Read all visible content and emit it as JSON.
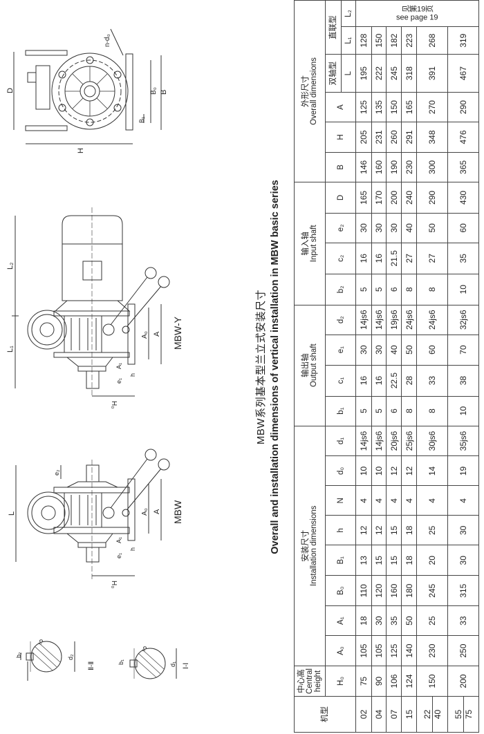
{
  "title_cn": "MBW系列基本型兰立式安装尺寸",
  "title_en": "Overall and installation dimensions of vertical installation in MBW basic series",
  "drawing_labels": {
    "top_view": {
      "D": "D",
      "H": "H",
      "B": "B",
      "B0": "B₀",
      "B1": "B₁",
      "nd0": "n-d₀"
    },
    "mbw_y": {
      "name": "MBW-Y",
      "L1": "L₁",
      "L2": "L₂",
      "A": "A",
      "A0": "A₀",
      "A1": "A₁",
      "e1": "e₁",
      "h": "h",
      "H0": "H₀"
    },
    "mbw": {
      "name": "MBW",
      "L": "L",
      "e2": "e₂",
      "A": "A",
      "A0": "A₀",
      "A1": "A₁",
      "e1": "e₁",
      "h": "h",
      "H0": "H₀"
    },
    "section_2": {
      "name": "Ⅱ-Ⅱ",
      "b2": "b₂",
      "c2": "c₂",
      "d2": "d₂"
    },
    "section_1": {
      "name": "Ⅰ-Ⅰ",
      "b1": "b₁",
      "c1": "c₁",
      "d1": "d₁"
    }
  },
  "table": {
    "model_header": "机型",
    "central_height": {
      "cn": "中心高",
      "en1": "Central",
      "en2": "height"
    },
    "installation": {
      "cn": "安装尺寸",
      "en": "Installation dimensions"
    },
    "output_shaft": {
      "cn": "输出轴",
      "en": "Output shaft"
    },
    "input_shaft": {
      "cn": "输入轴",
      "en": "Input shaft"
    },
    "overall": {
      "cn": "外形尺寸",
      "en": "Overall dimensions"
    },
    "double_shaft": "双轴型",
    "direct_coupled": "直联型",
    "see_page": {
      "cn": "见第19页",
      "en": "see page 19"
    },
    "columns": [
      "H₀",
      "A₀",
      "A₁",
      "B₀",
      "B₁",
      "h",
      "N",
      "d₀",
      "d₁",
      "b₁",
      "c₁",
      "e₁",
      "d₂",
      "b₂",
      "c₂",
      "e₂",
      "D",
      "B",
      "H",
      "A",
      "L",
      "L₁",
      "L₂"
    ],
    "rows": [
      {
        "models": [
          "02"
        ],
        "values": [
          "75",
          "105",
          "18",
          "110",
          "13",
          "12",
          "4",
          "10",
          "14js6",
          "5",
          "16",
          "30",
          "14js6",
          "5",
          "16",
          "30",
          "165",
          "146",
          "205",
          "125",
          "195",
          "128"
        ]
      },
      {
        "models": [
          "04"
        ],
        "values": [
          "90",
          "105",
          "30",
          "120",
          "15",
          "12",
          "4",
          "10",
          "14js6",
          "5",
          "16",
          "30",
          "14js6",
          "5",
          "16",
          "30",
          "170",
          "160",
          "231",
          "135",
          "222",
          "150"
        ]
      },
      {
        "models": [
          "07"
        ],
        "values": [
          "106",
          "125",
          "35",
          "160",
          "15",
          "15",
          "4",
          "12",
          "20js6",
          "6",
          "22.5",
          "40",
          "19js6",
          "6",
          "21.5",
          "30",
          "200",
          "190",
          "260",
          "150",
          "245",
          "182"
        ]
      },
      {
        "models": [
          "15"
        ],
        "values": [
          "124",
          "140",
          "50",
          "180",
          "18",
          "18",
          "4",
          "12",
          "25js6",
          "8",
          "28",
          "50",
          "24js6",
          "8",
          "27",
          "40",
          "240",
          "230",
          "291",
          "165",
          "318",
          "223"
        ]
      },
      {
        "models": [
          "22",
          "40"
        ],
        "values": [
          "150",
          "230",
          "25",
          "245",
          "20",
          "25",
          "4",
          "14",
          "30js6",
          "8",
          "33",
          "60",
          "24js6",
          "8",
          "27",
          "50",
          "290",
          "300",
          "348",
          "270",
          "391",
          "268"
        ]
      },
      {
        "models": [
          "55",
          "75"
        ],
        "values": [
          "200",
          "250",
          "33",
          "315",
          "30",
          "30",
          "4",
          "19",
          "35js6",
          "10",
          "38",
          "70",
          "32js6",
          "10",
          "35",
          "60",
          "430",
          "365",
          "476",
          "290",
          "467",
          "319"
        ]
      }
    ]
  }
}
